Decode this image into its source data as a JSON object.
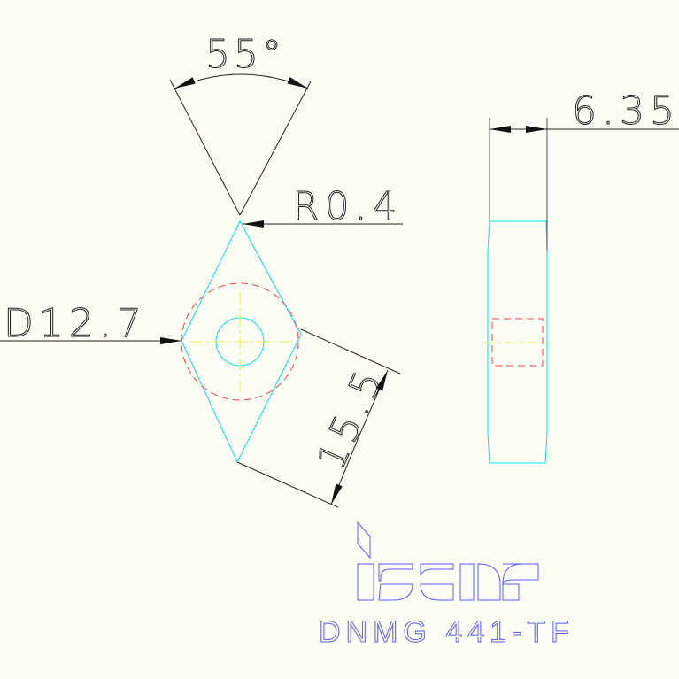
{
  "dimensions": {
    "angle": "55°",
    "corner_radius": "R0.4",
    "inscribed_circle": "D12.7",
    "edge_length": "15.5",
    "thickness": "6.35"
  },
  "logo": {
    "brand": "iscar"
  },
  "part_code": "DNMG 441-TF",
  "colors": {
    "background": "#fcfdf4",
    "outline": "#00e5ee",
    "hidden": "#ff4040",
    "centerline": "#eeee40",
    "dimension": "#222222",
    "brand": "#5a5aff"
  }
}
